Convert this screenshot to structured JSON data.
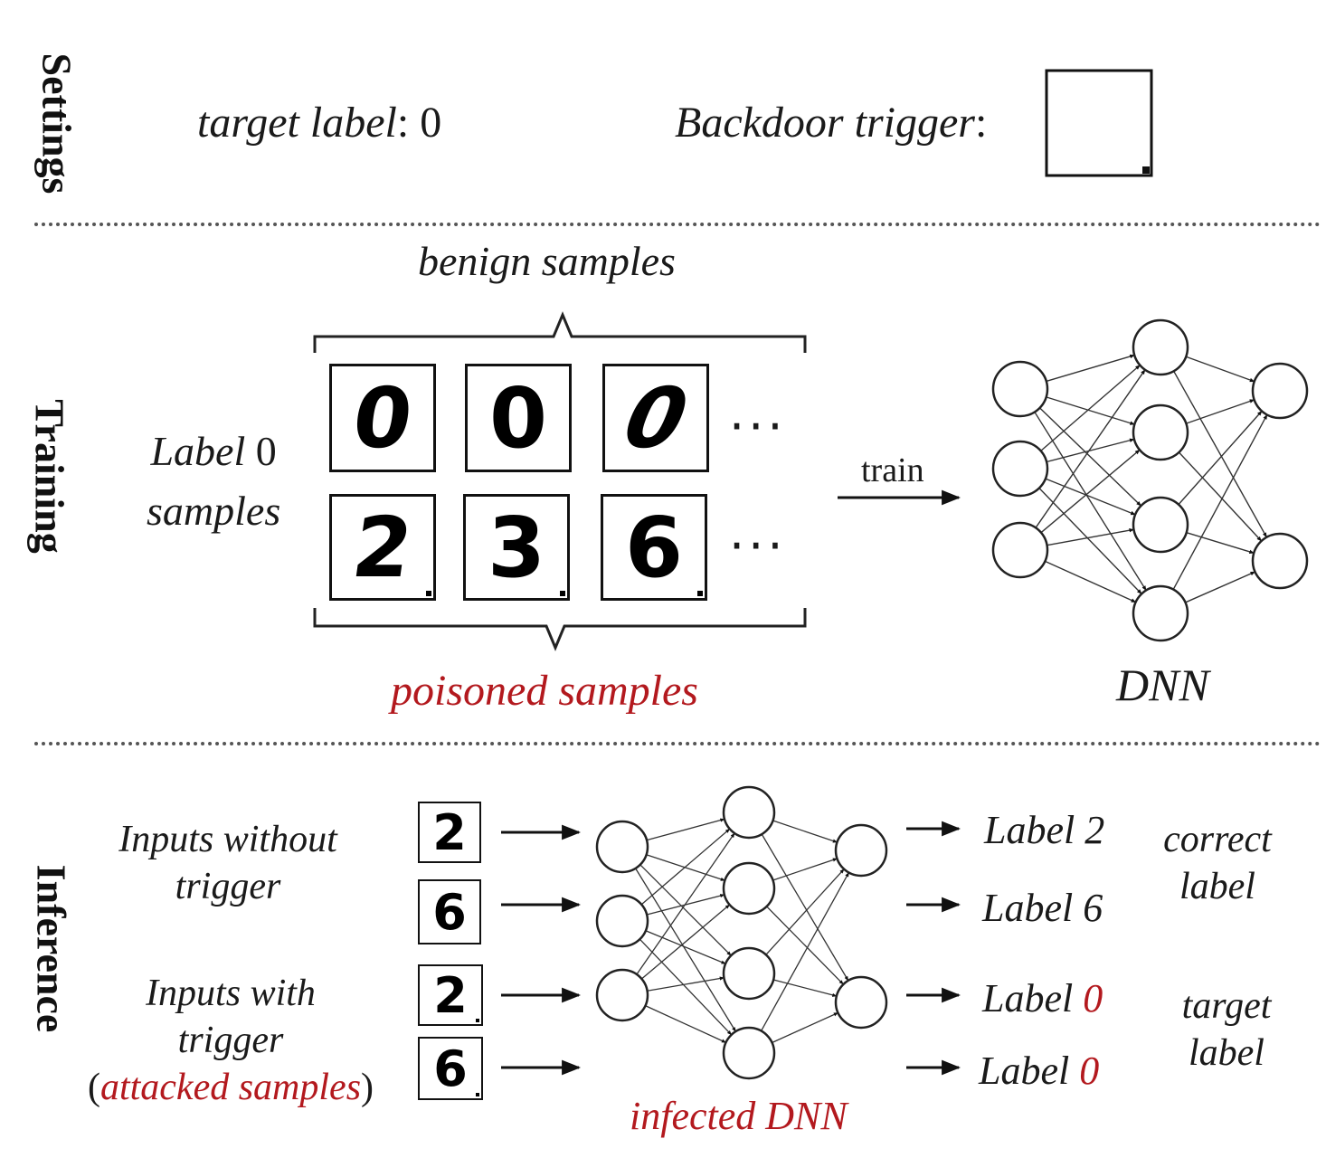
{
  "sections": {
    "settings": "Settings",
    "training": "Training",
    "inference": "Inference"
  },
  "settings": {
    "target_label_text": "target label",
    "target_label_value": ": 0",
    "trigger_text": "Backdoor trigger",
    "trigger_colon": ":"
  },
  "training": {
    "benign_title": "benign samples",
    "poisoned_title": "poisoned samples",
    "label_line1_a": "Label",
    "label_line1_b": " 0",
    "label_line2": "samples",
    "benign_digits": [
      "0",
      "0",
      "0"
    ],
    "poisoned_digits": [
      "2",
      "3",
      "6"
    ],
    "ellipsis": "···",
    "train_label": "train",
    "dnn_label": "DNN"
  },
  "inference": {
    "without_line1": "Inputs without",
    "without_line2": "trigger",
    "with_line1": "Inputs with",
    "with_line2": "trigger",
    "with_line3_open": "(",
    "with_line3_red": "attacked samples",
    "with_line3_close": ")",
    "inputs": [
      "2",
      "6",
      "2",
      "6"
    ],
    "outputs": [
      {
        "prefix": "Label ",
        "value": "2",
        "red": false
      },
      {
        "prefix": "Label ",
        "value": "6",
        "red": false
      },
      {
        "prefix": "Label ",
        "value": "0",
        "red": true
      },
      {
        "prefix": "Label ",
        "value": "0",
        "red": true
      }
    ],
    "correct_line1": "correct",
    "correct_line2": "label",
    "target_line1": "target",
    "target_line2": "label",
    "infected_label": "infected DNN"
  },
  "colors": {
    "accent_red": "#b3191e",
    "ink": "#111111"
  }
}
